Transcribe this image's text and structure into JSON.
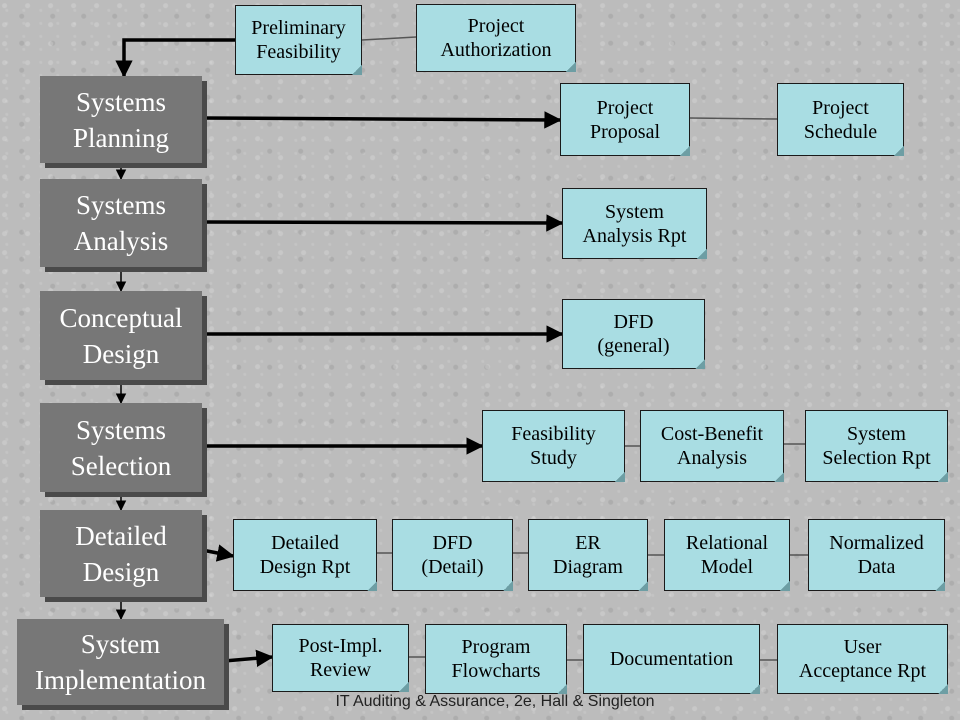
{
  "phases": [
    {
      "label": "Systems\nPlanning"
    },
    {
      "label": "Systems\nAnalysis"
    },
    {
      "label": "Conceptual\nDesign"
    },
    {
      "label": "Systems\nSelection"
    },
    {
      "label": "Detailed\nDesign"
    },
    {
      "label": "System\nImplementation"
    }
  ],
  "documents": {
    "preliminary_feasibility": "Preliminary\nFeasibility",
    "project_authorization": "Project\nAuthorization",
    "project_proposal": "Project\nProposal",
    "project_schedule": "Project\nSchedule",
    "system_analysis_rpt": "System\nAnalysis Rpt",
    "dfd_general": "DFD\n(general)",
    "feasibility_study": "Feasibility\nStudy",
    "cost_benefit_analysis": "Cost-Benefit\nAnalysis",
    "system_selection_rpt": "System\nSelection Rpt",
    "detailed_design_rpt": "Detailed\nDesign Rpt",
    "dfd_detail": "DFD\n(Detail)",
    "er_diagram": "ER\nDiagram",
    "relational_model": "Relational\nModel",
    "normalized_data": "Normalized\nData",
    "post_impl_review": "Post-Impl.\nReview",
    "program_flowcharts": "Program\nFlowcharts",
    "documentation": "Documentation",
    "user_acceptance_rpt": "User\nAcceptance Rpt"
  },
  "footer": "IT Auditing & Assurance, 2e, Hall & Singleton",
  "colors": {
    "phase_fill": "#777777",
    "document_fill": "#a9dde3",
    "background": "#bcbcbc"
  }
}
